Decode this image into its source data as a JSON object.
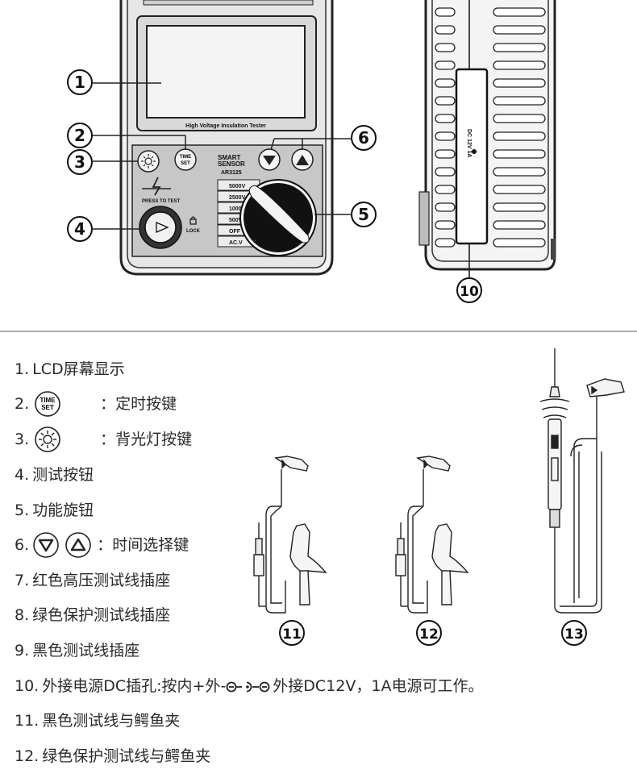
{
  "device": {
    "lcd_label": "High Voltage Insulation Tester",
    "brand_line1": "SMART",
    "brand_line2": "SENSOR",
    "model": "AR3125",
    "time_set_line1": "TIME",
    "time_set_line2": "SET",
    "press_to_test": "PRESS TO TEST",
    "lock": "LOCK",
    "ranges": [
      "5000V",
      "2500V",
      "1000V",
      "500V",
      "OFF",
      "AC.V"
    ],
    "side_label": "DC 12V 1A"
  },
  "callouts": [
    "1",
    "2",
    "3",
    "4",
    "5",
    "6",
    "10",
    "11",
    "12",
    "13"
  ],
  "legend": [
    {
      "num": "1.",
      "text": "LCD屏幕显示"
    },
    {
      "num": "2.",
      "text": "：定时按键",
      "icon": "time-set-icon"
    },
    {
      "num": "3.",
      "text": "：背光灯按键",
      "icon": "backlight-icon"
    },
    {
      "num": "4.",
      "text": "测试按钮"
    },
    {
      "num": "5.",
      "text": "功能旋钮"
    },
    {
      "num": "6.",
      "text": "：时间选择键",
      "icon": "up-down-icons"
    },
    {
      "num": "7.",
      "text": "红色高压测试线插座"
    },
    {
      "num": "8.",
      "text": "绿色保护测试线插座"
    },
    {
      "num": "9.",
      "text": "黑色测试线插座"
    },
    {
      "num": "10.",
      "text_a": "外接电源DC插孔:按内+外-",
      "text_b": "外接DC12V，1A电源可工作。"
    },
    {
      "num": "11.",
      "text": "黑色测试线与鳄鱼夹"
    },
    {
      "num": "12.",
      "text": "绿色保护测试线与鳄鱼夹"
    }
  ]
}
